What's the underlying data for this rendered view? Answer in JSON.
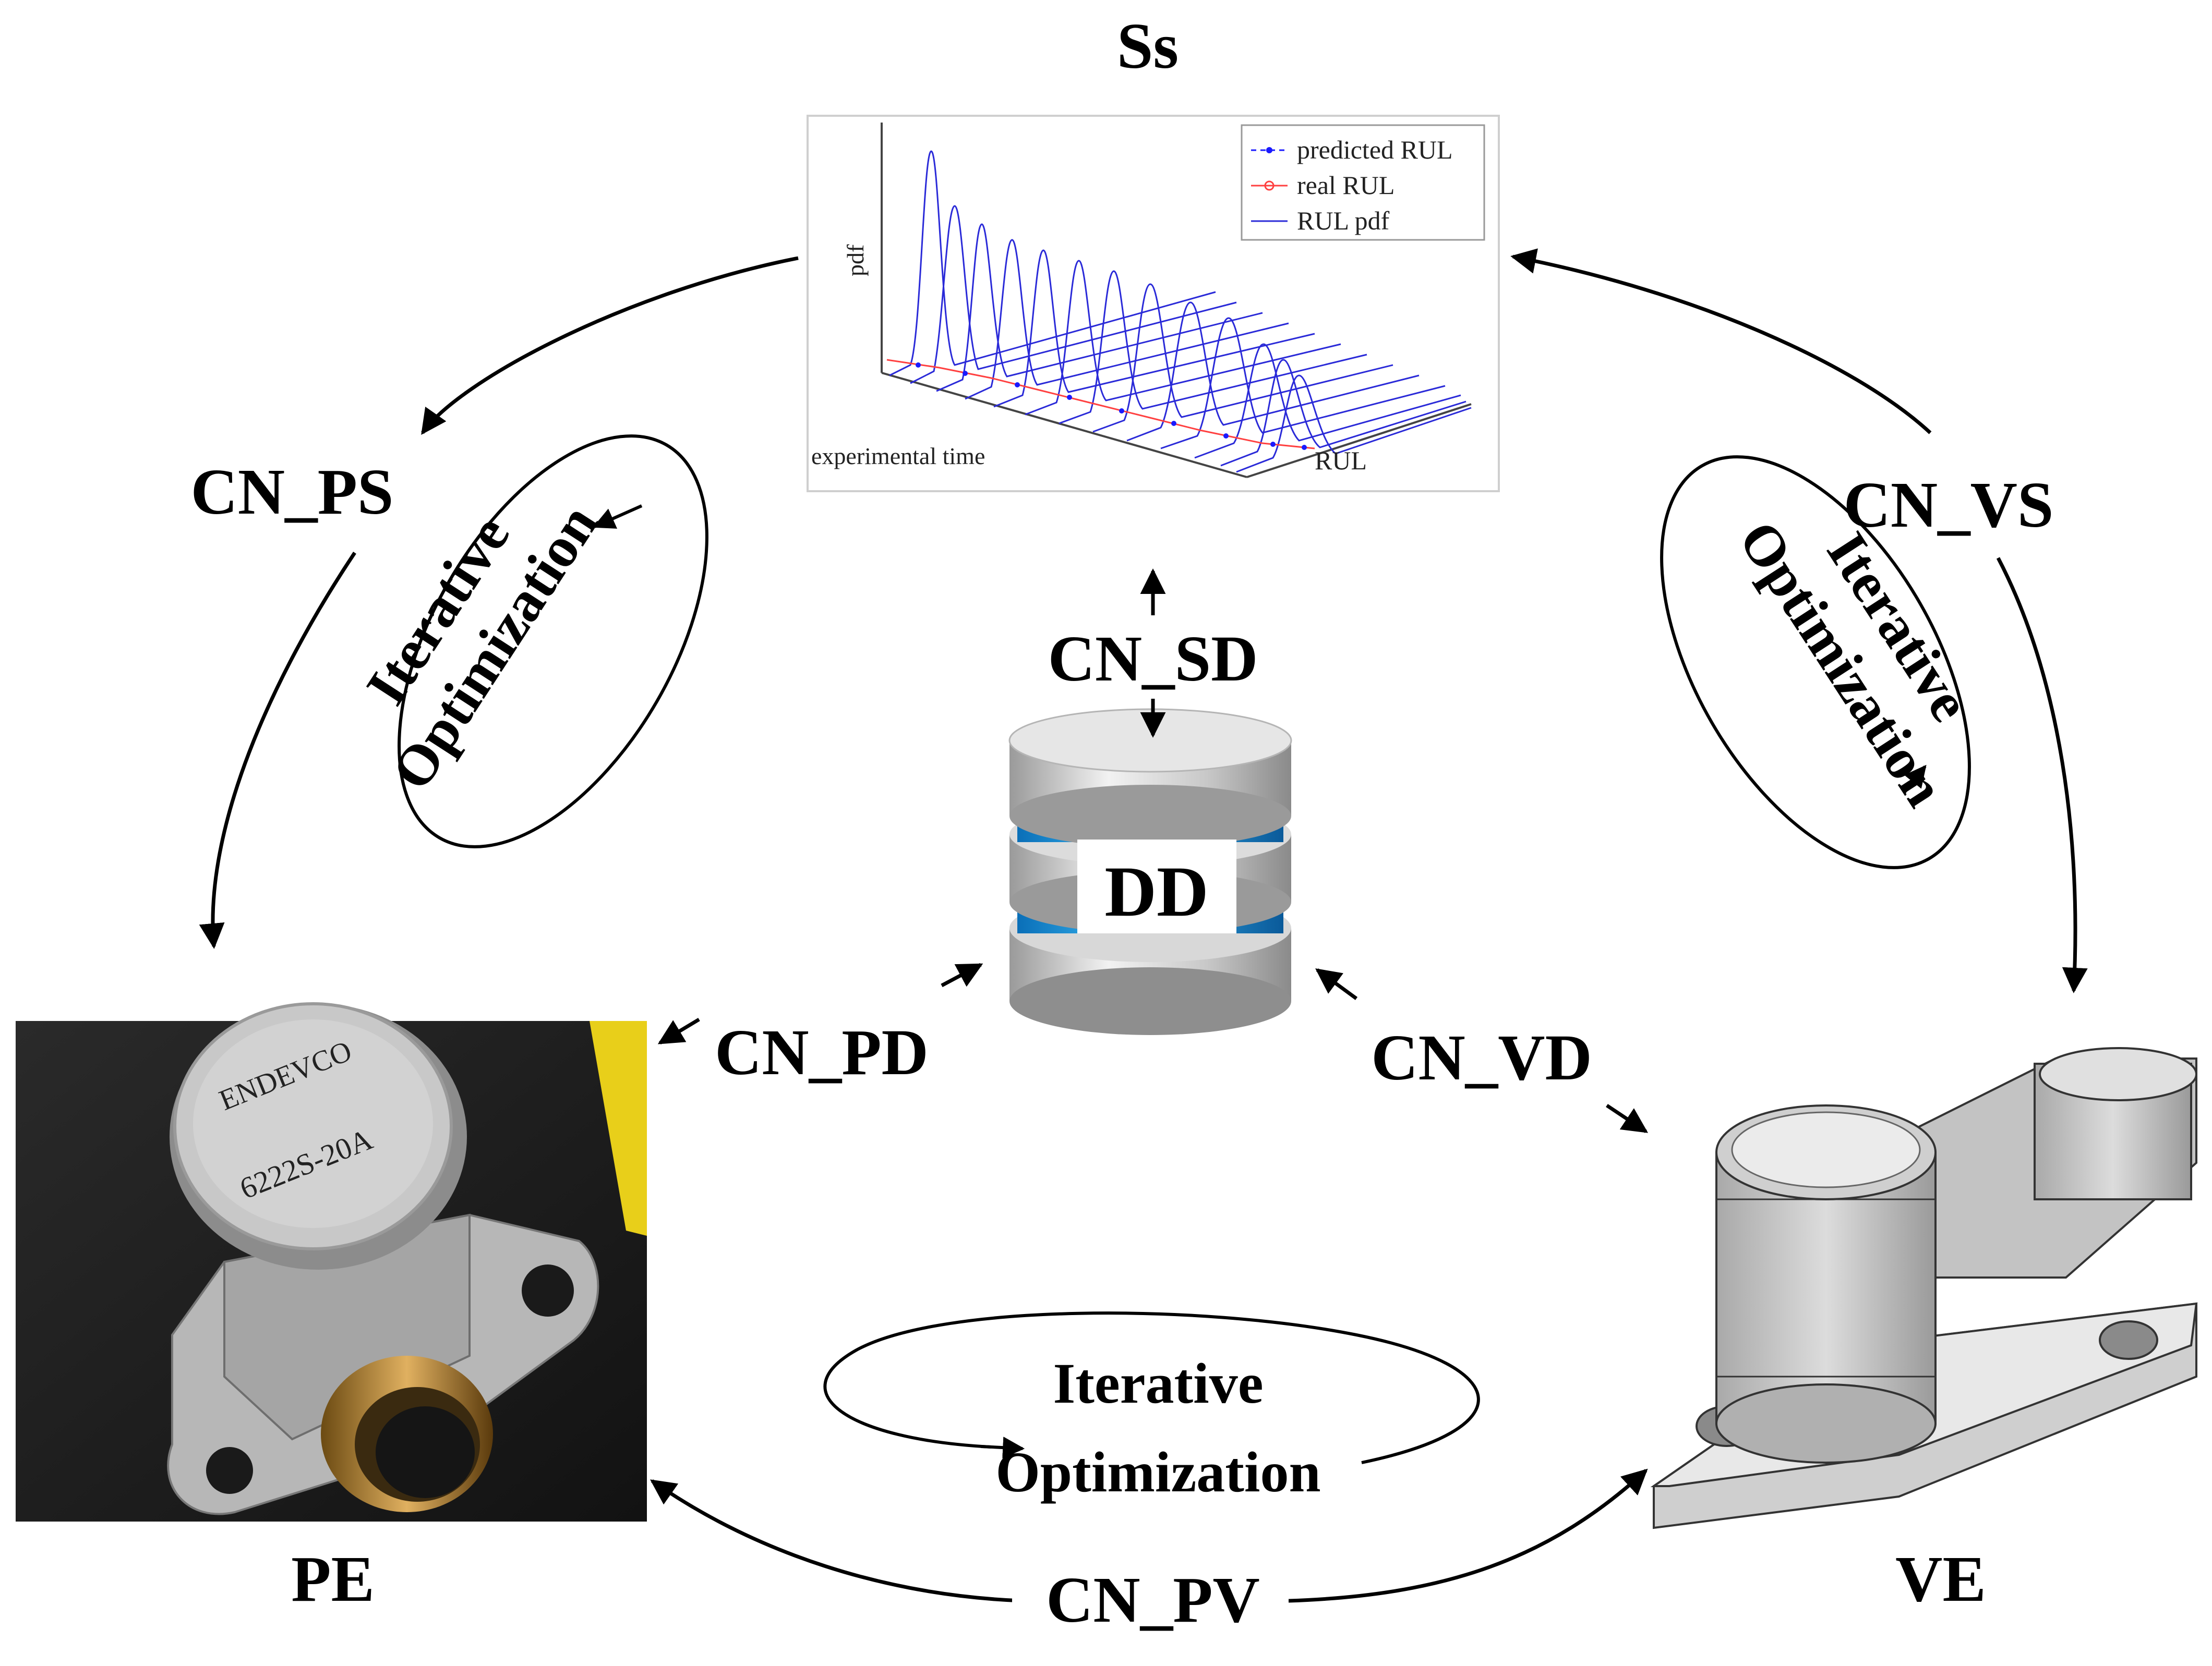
{
  "nodes": {
    "ss": "Ss",
    "dd": "DD",
    "pe": "PE",
    "ve": "VE"
  },
  "connections": {
    "cn_ps": "CN_PS",
    "cn_vs": "CN_VS",
    "cn_sd": "CN_SD",
    "cn_pd": "CN_PD",
    "cn_vd": "CN_VD",
    "cn_pv": "CN_PV"
  },
  "loops": {
    "left": [
      "Iterative",
      "Optimization"
    ],
    "right": [
      "Iterative",
      "Optimization"
    ],
    "bottom": [
      "Iterative",
      "Optimization"
    ]
  },
  "ss_chart": {
    "ylabel": "pdf",
    "xlabel": "experimental time",
    "zlabel": "RUL",
    "legend": [
      "predicted RUL",
      "real RUL",
      "RUL pdf"
    ],
    "colors": {
      "predicted": "#1a1aff",
      "real": "#ff4040",
      "pdf": "#2a2ad8"
    }
  },
  "pe_photo": {
    "brand": "ENDEVCO",
    "model": "6222S-20A"
  }
}
